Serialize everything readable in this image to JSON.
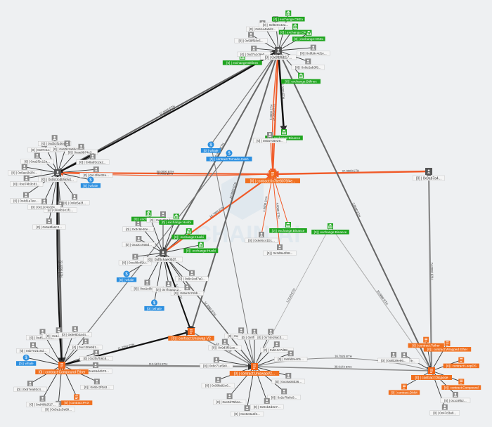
{
  "watermark": "CHAIN.AI",
  "hubs": {
    "h1": {
      "label": "[0] | 0x0c0cdb9c54...",
      "kind": "wallet"
    },
    "h2": {
      "label": "[0] | 0x0fbf8b17...",
      "kind": "wallet"
    },
    "h3": {
      "label": "[0] | 0xf0c5ae0b2f...",
      "kind": "wallet"
    },
    "h4": {
      "label": "[0] | contract:Compound Ether",
      "kind": "contract"
    },
    "h5": {
      "label": "[0] | contract:0x7be8076f4e...",
      "kind": "contract"
    },
    "h6": {
      "label": "[0] | contract:UniswapV2...",
      "kind": "contract"
    },
    "h7": {
      "label": "[0] | contract:Uniswap V2",
      "kind": "contract"
    },
    "h8": {
      "label": "[0] | contract:Dispose",
      "kind": "contract"
    },
    "h9": {
      "label": "[0] | 0x9ab7a4...",
      "kind": "wallet"
    }
  },
  "leaves": [
    {
      "hub": "h1",
      "angle": -140,
      "r": 38,
      "label": "[0] | 0xa2f2c12a...",
      "kind": "wallet"
    },
    {
      "hub": "h1",
      "angle": -115,
      "r": 45,
      "label": "[0] | 0x97c1c4c0...",
      "kind": "wallet"
    },
    {
      "hub": "h1",
      "angle": -95,
      "r": 50,
      "label": "[0] | 0xdb3f1d64...",
      "kind": "wallet"
    },
    {
      "hub": "h1",
      "angle": -72,
      "r": 44,
      "label": "[0] | 0x60b3a9bcc...",
      "kind": "wallet"
    },
    {
      "hub": "h1",
      "angle": -48,
      "r": 50,
      "label": "[0] | 0xae9b74c3...",
      "kind": "wallet"
    },
    {
      "hub": "h1",
      "angle": -25,
      "r": 55,
      "label": "[0] | 0x8ab5c2a2...",
      "kind": "wallet"
    },
    {
      "hub": "h1",
      "angle": -5,
      "r": 55,
      "label": "[0] | 0xc1f6e32e...",
      "kind": "wallet"
    },
    {
      "hub": "h1",
      "angle": 12,
      "r": 48,
      "label": "[0] | whale",
      "kind": "whale"
    },
    {
      "hub": "h1",
      "angle": 55,
      "r": 42,
      "label": "[0] | 0x0e5a3f...",
      "kind": "wallet"
    },
    {
      "hub": "h1",
      "angle": 85,
      "r": 45,
      "label": "[0] | 0xd6b1e1f1...",
      "kind": "wallet"
    },
    {
      "hub": "h1",
      "angle": 115,
      "r": 45,
      "label": "[0] | 0x12c4cd24...",
      "kind": "wallet"
    },
    {
      "hub": "h1",
      "angle": 145,
      "r": 55,
      "label": "[0] | 0x4d1a7ee...",
      "kind": "wallet"
    },
    {
      "hub": "h1",
      "angle": 170,
      "r": 45,
      "label": "[0] | 0xe74b3cd1...",
      "kind": "wallet"
    },
    {
      "hub": "h1",
      "angle": -170,
      "r": 48,
      "label": "[0] | 0x0ae1b2f4...",
      "kind": "wallet"
    },
    {
      "hub": "h1",
      "angle": 100,
      "r": 70,
      "label": "[0] | 0x5a9fa6c3...",
      "kind": "wallet"
    },
    {
      "hub": "h2",
      "angle": -150,
      "r": 45,
      "label": "[0] | 0x59ff28c5...",
      "kind": "wallet"
    },
    {
      "hub": "h2",
      "angle": -120,
      "r": 45,
      "label": "[0] | 0x51a4a9d2...",
      "kind": "wallet"
    },
    {
      "hub": "h2",
      "angle": -95,
      "r": 45,
      "label": "[0] | 0xf8e0c42a...",
      "kind": "wallet"
    },
    {
      "hub": "h2",
      "angle": -75,
      "r": 55,
      "label": "[0] | exchange:OKEx",
      "kind": "exchange"
    },
    {
      "hub": "h2",
      "angle": -55,
      "r": 42,
      "label": "[0] | exchange:OKEx",
      "kind": "exchange"
    },
    {
      "hub": "h2",
      "angle": -30,
      "r": 50,
      "label": "[0] | exchange:OKEx",
      "kind": "exchange"
    },
    {
      "hub": "h2",
      "angle": -5,
      "r": 50,
      "label": "[0] | 0x8b9c4d1e...",
      "kind": "wallet"
    },
    {
      "hub": "h2",
      "angle": 20,
      "r": 45,
      "label": "[0] | 0x6e2ab3f9...",
      "kind": "wallet"
    },
    {
      "hub": "h2",
      "angle": 48,
      "r": 48,
      "label": "[0] | exchange:Bitfinex",
      "kind": "exchange"
    },
    {
      "hub": "h2",
      "angle": 170,
      "r": 52,
      "label": "[0] | exchange:Bitfinex",
      "kind": "exchange"
    },
    {
      "hub": "h2",
      "angle": -175,
      "r": 35,
      "label": "[0] | 0xd7a1c9e0...",
      "kind": "wallet"
    },
    {
      "hub": "h3",
      "angle": -150,
      "r": 40,
      "label": "[0] | 0xa3cc9a5d...",
      "kind": "wallet"
    },
    {
      "hub": "h3",
      "angle": -130,
      "r": 55,
      "label": "[0] | 0x3c8e40e...",
      "kind": "wallet"
    },
    {
      "hub": "h3",
      "angle": -110,
      "r": 60,
      "label": "[0] | exchange:Huobi",
      "kind": "exchange"
    },
    {
      "hub": "h3",
      "angle": -90,
      "r": 55,
      "label": "[0] | 0x2c0b8d2c...",
      "kind": "wallet"
    },
    {
      "hub": "h3",
      "angle": -70,
      "r": 55,
      "label": "[0] | exchange:Huobi",
      "kind": "exchange"
    },
    {
      "hub": "h3",
      "angle": -40,
      "r": 48,
      "label": "[0] | exchange:Huobi",
      "kind": "exchange"
    },
    {
      "hub": "h3",
      "angle": -12,
      "r": 55,
      "label": "[0] | exchange:Huobi",
      "kind": "exchange"
    },
    {
      "hub": "h3",
      "angle": 150,
      "r": 60,
      "label": "[0] | whale",
      "kind": "whale"
    },
    {
      "hub": "h3",
      "angle": 172,
      "r": 40,
      "label": "[0] | 0xcd4b4f20...",
      "kind": "wallet"
    },
    {
      "hub": "h3",
      "angle": 118,
      "r": 48,
      "label": "[0] | 0xa1e9b3d7...",
      "kind": "wallet"
    },
    {
      "hub": "h3",
      "angle": 100,
      "r": 72,
      "label": "[0] | whale",
      "kind": "whale"
    },
    {
      "hub": "h3",
      "angle": 80,
      "r": 45,
      "label": "[0] | 0x7f4aa1c2...",
      "kind": "wallet"
    },
    {
      "hub": "h3",
      "angle": 55,
      "r": 60,
      "label": "[0] | 0x5e3c21bb...",
      "kind": "wallet"
    },
    {
      "hub": "h3",
      "angle": 35,
      "r": 50,
      "label": "[0] | 0x9c2ed7a0...",
      "kind": "wallet"
    },
    {
      "hub": "h4",
      "angle": -145,
      "r": 50,
      "label": "[0] | 0xb7e21c5d...",
      "kind": "wallet"
    },
    {
      "hub": "h4",
      "angle": -120,
      "r": 55,
      "label": "[0] | 0x4fa8c3e1...",
      "kind": "wallet"
    },
    {
      "hub": "h4",
      "angle": -95,
      "r": 50,
      "label": "[0] | 0x1d7c9f02...",
      "kind": "wallet"
    },
    {
      "hub": "h4",
      "angle": -70,
      "r": 55,
      "label": "[0] | 0x8e6b2a44...",
      "kind": "wallet"
    },
    {
      "hub": "h4",
      "angle": -45,
      "r": 48,
      "label": "[0] | 0xcc30e9d1...",
      "kind": "wallet"
    },
    {
      "hub": "h4",
      "angle": -20,
      "r": 52,
      "label": "[0] | 0x2fa7b6c8...",
      "kind": "wallet"
    },
    {
      "hub": "h4",
      "angle": 0,
      "r": 48,
      "label": "[0] | 0xe91d4b70...",
      "kind": "wallet"
    },
    {
      "hub": "h4",
      "angle": 25,
      "r": 55,
      "label": "[0] | 0x6bc2f0a3...",
      "kind": "wallet"
    },
    {
      "hub": "h4",
      "angle": 65,
      "r": 50,
      "label": "[0] | contract:PAX",
      "kind": "contract"
    },
    {
      "hub": "h4",
      "angle": 95,
      "r": 55,
      "label": "[0] | 0x3a1c5e89...",
      "kind": "wallet"
    },
    {
      "hub": "h4",
      "angle": 120,
      "r": 55,
      "label": "[0] | 0xd48b2f17...",
      "kind": "wallet"
    },
    {
      "hub": "h4",
      "angle": 150,
      "r": 52,
      "label": "[0] | 0x57ea93c4...",
      "kind": "wallet"
    },
    {
      "hub": "h4",
      "angle": -168,
      "r": 52,
      "label": "[0] | whale",
      "kind": "whale"
    },
    {
      "hub": "h6",
      "angle": -140,
      "r": 55,
      "label": "[0] | 0x9d3f61ae...",
      "kind": "wallet"
    },
    {
      "hub": "h6",
      "angle": -110,
      "r": 55,
      "label": "[0] | 0xa6c4d012...",
      "kind": "wallet"
    },
    {
      "hub": "h6",
      "angle": -90,
      "r": 50,
      "label": "[0] | 0x0f82b7e5...",
      "kind": "wallet"
    },
    {
      "hub": "h6",
      "angle": -65,
      "r": 55,
      "label": "[0] | 0x74e19ac3...",
      "kind": "wallet"
    },
    {
      "hub": "h6",
      "angle": -45,
      "r": 45,
      "label": "[0] | 0xb13c7d98...",
      "kind": "wallet"
    },
    {
      "hub": "h6",
      "angle": -20,
      "r": 55,
      "label": "[0] | 0x5fd2e401...",
      "kind": "wallet"
    },
    {
      "hub": "h6",
      "angle": 15,
      "r": 50,
      "label": "[0] | 0xc8a05b36...",
      "kind": "wallet"
    },
    {
      "hub": "h6",
      "angle": 40,
      "r": 55,
      "label": "[0] | 0x2e7fa6c9...",
      "kind": "wallet"
    },
    {
      "hub": "h6",
      "angle": 70,
      "r": 52,
      "label": "[0] | 0x91b4d3e7...",
      "kind": "wallet"
    },
    {
      "hub": "h6",
      "angle": 100,
      "r": 60,
      "label": "[0] | 0x46c8a1f2...",
      "kind": "wallet"
    },
    {
      "hub": "h6",
      "angle": 130,
      "r": 55,
      "label": "[0] | 0xe0d75b4a...",
      "kind": "wallet"
    },
    {
      "hub": "h6",
      "angle": 160,
      "r": 55,
      "label": "[0] | 0x38fa92c6...",
      "kind": "wallet"
    },
    {
      "hub": "h6",
      "angle": -170,
      "r": 55,
      "label": "[0] | 0x8c71e5b0...",
      "kind": "wallet"
    },
    {
      "hub": "h8",
      "angle": -150,
      "r": 45,
      "label": "[0] | 0x5e7c7b...",
      "kind": "wallet"
    },
    {
      "hub": "h8",
      "angle": -100,
      "r": 45,
      "label": "[0] | contract:Tether",
      "kind": "contract"
    },
    {
      "hub": "h8",
      "angle": -60,
      "r": 45,
      "label": "[0] | contract:Wrapped Ether",
      "kind": "contract"
    },
    {
      "hub": "h8",
      "angle": -20,
      "r": 45,
      "label": "[0] | contract:LoopDS",
      "kind": "contract"
    },
    {
      "hub": "h8",
      "angle": 20,
      "r": 45,
      "label": "[0] | contract:Compound",
      "kind": "contract"
    },
    {
      "hub": "h8",
      "angle": 45,
      "r": 48,
      "label": "[0] | 0x1c9f52...",
      "kind": "wallet"
    },
    {
      "hub": "h8",
      "angle": 70,
      "r": 55,
      "label": "[0] | 0x47d3a8...",
      "kind": "wallet"
    },
    {
      "hub": "h8",
      "angle": 150,
      "r": 45,
      "label": "[0] | contract:DMM",
      "kind": "contract"
    }
  ],
  "singles": {
    "s_whale1": {
      "label": "[0] | whale",
      "kind": "whale"
    },
    "s_whale2": {
      "label": "[0] | contract:Tornado.Cash",
      "kind": "whale"
    },
    "s_ex1": {
      "label": "[0] | exchange:Binance",
      "kind": "exchange"
    },
    "s_ex2": {
      "label": "[0] | exchange:Binance",
      "kind": "exchange"
    },
    "s_ex3": {
      "label": "[0] | exchange:Binance",
      "kind": "exchange"
    },
    "s_w1": {
      "label": "[0] | 0x6e5c41b1...",
      "kind": "wallet"
    },
    "s_w2": {
      "label": "[0] | 0x3d9a1f88...",
      "kind": "wallet"
    },
    "s_w3": {
      "label": "[0] | 0x0a7c6e29...",
      "kind": "wallet"
    },
    "s_w4": {
      "label": "[0] | 0x8b29e96...",
      "kind": "wallet"
    }
  },
  "edges": [
    {
      "from": "h5",
      "to": "h1",
      "label": "58.0000 ETH",
      "color": "#f05a28",
      "w": 2.2
    },
    {
      "from": "h5",
      "to": "h1",
      "label": "0.0003 ETH",
      "color": "#f05a28",
      "w": 1.2,
      "offset": -6
    },
    {
      "from": "h9",
      "to": "h5",
      "label": "37.0000 ETH",
      "color": "#f05a28",
      "w": 2.4
    },
    {
      "from": "h2",
      "to": "h5",
      "label": "14.5000 ETH",
      "color": "#f05a28",
      "w": 2.2
    },
    {
      "from": "h2",
      "to": "h5",
      "label": "5.0000 ETH",
      "color": "#f05a28",
      "w": 1.4,
      "offset": 7
    },
    {
      "from": "h3",
      "to": "h5",
      "label": "16.7000 ETH",
      "color": "#f05a28",
      "w": 2.2
    },
    {
      "from": "h5",
      "to": "s_w1",
      "label": "1.0000 ETH",
      "color": "#f05a28",
      "w": 1
    },
    {
      "from": "h5",
      "to": "s_w2",
      "label": "4.0000 ETH",
      "color": "#f05a28",
      "w": 1
    },
    {
      "from": "h5",
      "to": "s_ex1",
      "label": "",
      "color": "#f05a28",
      "w": 1
    },
    {
      "from": "h5",
      "to": "s_w3",
      "label": "",
      "color": "#f05a28",
      "w": 1
    },
    {
      "from": "h2",
      "to": "s_ex3",
      "label": "2.0000 ETH",
      "color": "#111",
      "w": 2.5
    },
    {
      "from": "h2",
      "to": "h1",
      "label": "12.0000 ETH",
      "color": "#666",
      "w": 2
    },
    {
      "from": "h1",
      "to": "h2",
      "label": "1.2000 ETH",
      "color": "#111",
      "w": 2.2,
      "offset": 6
    },
    {
      "from": "h2",
      "to": "h3",
      "label": "19.0000 ETH",
      "color": "#666",
      "w": 2
    },
    {
      "from": "h2",
      "to": "h7",
      "label": "10.0500 ETH",
      "color": "#666",
      "w": 2
    },
    {
      "from": "h2",
      "to": "h8",
      "label": "3.0000 ETH",
      "color": "#666",
      "w": 2
    },
    {
      "from": "h3",
      "to": "h7",
      "label": "5.0000 ETH",
      "color": "#111",
      "w": 2
    },
    {
      "from": "h3",
      "to": "h6",
      "label": "12.8560 ETH",
      "color": "#666",
      "w": 1.5
    },
    {
      "from": "h1",
      "to": "h4",
      "label": "22.3700 ETH",
      "color": "#666",
      "w": 3
    },
    {
      "from": "h1",
      "to": "h4",
      "label": "10.0000 ETH",
      "color": "#111",
      "w": 2,
      "offset": 6
    },
    {
      "from": "h4",
      "to": "h7",
      "label": "11.2250 ETH",
      "color": "#111",
      "w": 2.2
    },
    {
      "from": "h4",
      "to": "h6",
      "label": "110.5874 ETH",
      "color": "#888",
      "w": 2.5
    },
    {
      "from": "h7",
      "to": "h6",
      "label": "15.4150 ETH",
      "color": "#888",
      "w": 1.5
    },
    {
      "from": "h6",
      "to": "h8",
      "label": "38.0172 ETH",
      "color": "#888",
      "w": 1.5
    },
    {
      "from": "h6",
      "to": "h8",
      "label": "16.7925 ETH",
      "color": "#888",
      "w": 1,
      "offset": -30
    },
    {
      "from": "h8",
      "to": "h9",
      "label": "74.0000 ETH",
      "color": "#888",
      "w": 2.2
    },
    {
      "from": "h6",
      "to": "s_ex2",
      "label": "1.0130 ETH",
      "color": "#aaa",
      "w": 0.8
    },
    {
      "from": "s_ex2",
      "to": "h8",
      "label": "10.0000 ETH",
      "color": "#aaa",
      "w": 1
    },
    {
      "from": "s_whale2",
      "to": "h4",
      "label": "",
      "color": "#777",
      "w": 1.2
    },
    {
      "from": "h2",
      "to": "s_whale1",
      "label": "",
      "color": "#777",
      "w": 1.2
    },
    {
      "from": "s_whale1",
      "to": "h6",
      "label": "",
      "color": "#777",
      "w": 1
    }
  ],
  "colors": {
    "wallet": "#8c8c8c",
    "exchange": "#1fa51f",
    "whale": "#2b8fe0",
    "contract": "#f07020",
    "hub_wallet": "#555555",
    "hub_contract": "#f06418",
    "center": "#f05a28"
  }
}
